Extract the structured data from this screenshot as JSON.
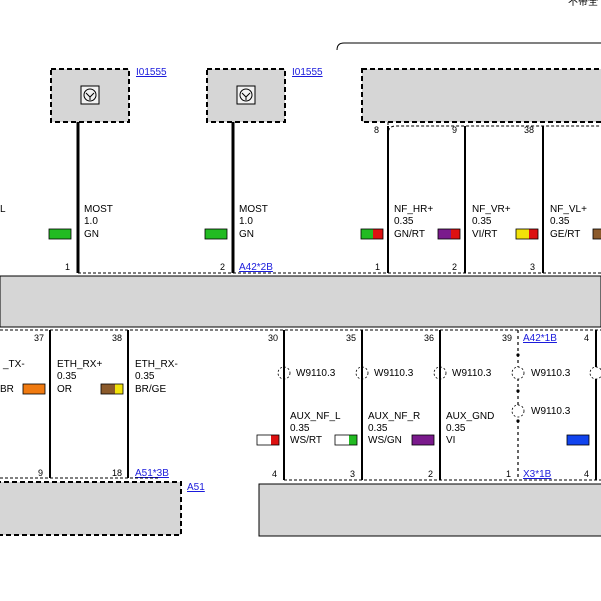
{
  "header": {
    "corner_text": "不带全"
  },
  "components": [
    {
      "id": "I01555",
      "label": "I01555",
      "icon": "speaker-icon"
    },
    {
      "id": "I01555b",
      "label": "I01555",
      "icon": "speaker-icon"
    }
  ],
  "top_wires": [
    {
      "name": "MOST",
      "size": "1.0",
      "color_code": "GN",
      "pin_bottom": "1",
      "pin_top": "",
      "swatch": [
        "#22bb22"
      ]
    },
    {
      "name": "MOST",
      "size": "1.0",
      "color_code": "GN",
      "pin_bottom": "2",
      "pin_top": "",
      "swatch": [
        "#22bb22"
      ]
    },
    {
      "name": "NF_HR+",
      "size": "0.35",
      "color_code": "GN/RT",
      "pin_bottom": "1",
      "pin_top": "8",
      "swatch": [
        "#22bb22",
        "#dd1111"
      ]
    },
    {
      "name": "NF_VR+",
      "size": "0.35",
      "color_code": "VI/RT",
      "pin_bottom": "2",
      "pin_top": "9",
      "swatch": [
        "#7a1a8c",
        "#dd1111"
      ]
    },
    {
      "name": "NF_VL+",
      "size": "0.35",
      "color_code": "GE/RT",
      "pin_bottom": "3",
      "pin_top": "38",
      "swatch": [
        "#f2e20a",
        "#dd1111"
      ]
    }
  ],
  "top_links": {
    "a42_2b": "A42*2B"
  },
  "left_edge_labels": {
    "upper": "L",
    "tx": "_TX-",
    "br": "BR"
  },
  "bottom_left_wires": [
    {
      "name": "ETH_RX+",
      "size": "0.35",
      "color_code": "OR",
      "pin_top": "37",
      "pin_bottom": "9"
    },
    {
      "name": "ETH_RX-",
      "size": "0.35",
      "color_code": "BR/GE",
      "pin_top": "38",
      "pin_bottom": "18"
    }
  ],
  "bottom_left_links": {
    "a51_3b": "A51*3B",
    "a51": "A51"
  },
  "bottom_right_wires": [
    {
      "name": "AUX_NF_L",
      "size": "0.35",
      "color_code": "WS/RT",
      "pin_top": "30",
      "pin_bottom": "4",
      "splice": "W9110.3"
    },
    {
      "name": "AUX_NF_R",
      "size": "0.35",
      "color_code": "WS/GN",
      "pin_top": "35",
      "pin_bottom": "3",
      "splice": "W9110.3"
    },
    {
      "name": "AUX_GND",
      "size": "0.35",
      "color_code": "VI",
      "pin_top": "36",
      "pin_bottom": "2",
      "splice": "W9110.3"
    }
  ],
  "shield_wire": {
    "pin_top": "39",
    "pin_bottom": "1",
    "link_top": "A42*1B",
    "link_bottom": "X3*1B",
    "splice_upper": "W9110.3",
    "splice_lower": "W9110.3"
  },
  "far_right_pins": {
    "top": "4",
    "bottom": "4"
  },
  "colors": {
    "grey_box": "#d6d6d6",
    "green": "#22bb22",
    "red": "#dd1111",
    "violet": "#7a1a8c",
    "yellow": "#f2e20a",
    "orange": "#f07a10",
    "brown": "#8b5a2b",
    "blue": "#1144ee",
    "white": "#ffffff",
    "link": "#1a1adc"
  }
}
